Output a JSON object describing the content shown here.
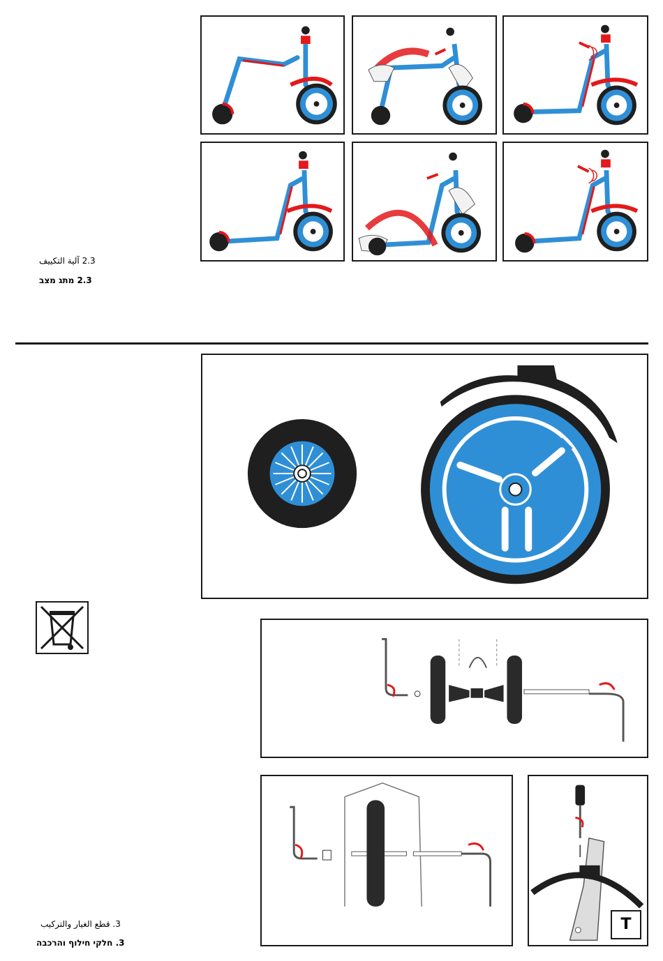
{
  "section_2_3": {
    "caption_arabic": "2.3 آلية التكييف",
    "caption_hebrew": "2.3 מתג מצב"
  },
  "section_3": {
    "caption_arabic": "3. قطع الغيار والتركيب",
    "caption_hebrew": "3. חלקי חילוף והרכבה"
  },
  "torque_badge": "T",
  "colors": {
    "frame_blue": "#2f8fd6",
    "accent_red": "#e3191b",
    "tire_black": "#1f1f1f",
    "border": "#1a1a1a"
  },
  "icons": [
    "scooter-conversion-illustration",
    "wheel-set-illustration",
    "weee-crossed-bin-icon",
    "hex-key-icon",
    "screwdriver-icon"
  ]
}
